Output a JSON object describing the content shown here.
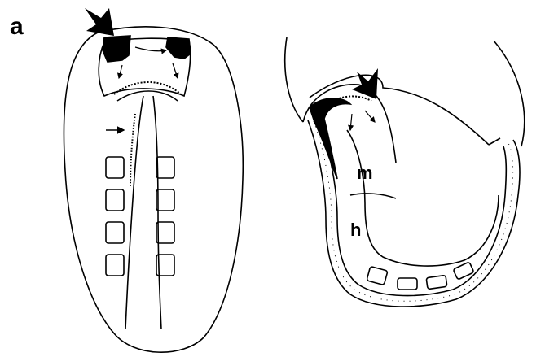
{
  "figure": {
    "panel_label": "a",
    "right_embryo": {
      "label_m": "m",
      "label_h": "h"
    }
  },
  "colors": {
    "ink": "#000000",
    "background": "#ffffff"
  }
}
